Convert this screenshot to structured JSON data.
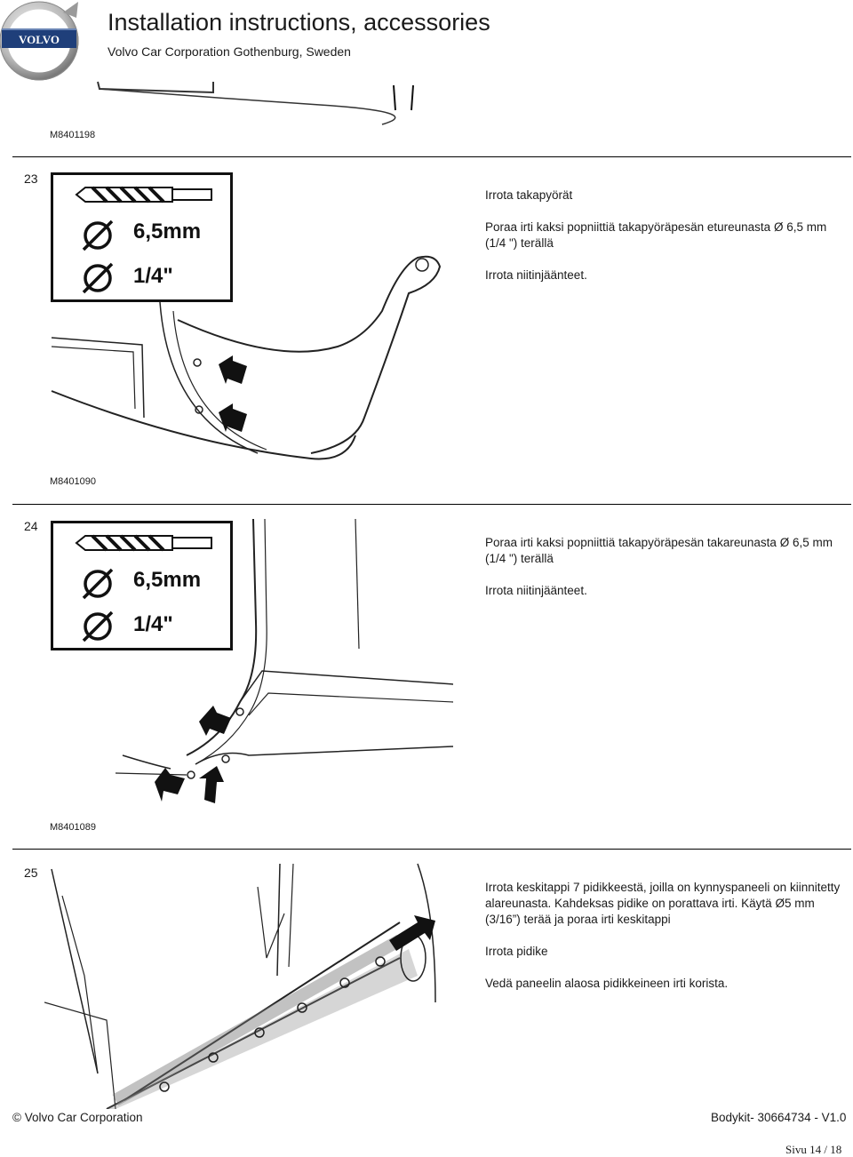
{
  "header": {
    "brand": "VOLVO",
    "title": "Installation instructions, accessories",
    "subtitle": "Volvo Car Corporation Gothenburg, Sweden"
  },
  "figures": {
    "top": "M8401198",
    "step23": "M8401090",
    "step24": "M8401089"
  },
  "steps": [
    {
      "number": "23",
      "drill_mm": "6,5mm",
      "drill_in": "1/4\"",
      "lines": [
        "Irrota takapyörät",
        "Poraa irti kaksi popniittiä takapyöräpesän etureunasta Ø 6,5 mm (1/4 \") terällä",
        "Irrota niitinjäänteet."
      ]
    },
    {
      "number": "24",
      "drill_mm": "6,5mm",
      "drill_in": "1/4\"",
      "lines": [
        "Poraa irti kaksi popniittiä takapyöräpesän takareunasta Ø 6,5 mm (1/4 \") terällä",
        "Irrota niitinjäänteet."
      ]
    },
    {
      "number": "25",
      "lines": [
        "Irrota keskitappi 7 pidikkeestä, joilla on kynnyspaneeli on kiinnitetty alareunasta. Kahdeksas pidike on porattava irti. Käytä Ø5 mm (3/16”) terää ja poraa irti keskitappi",
        "Irrota pidike",
        "Vedä paneelin alaosa pidikkeineen irti korista."
      ]
    }
  ],
  "footer": {
    "left": "© Volvo Car Corporation",
    "right": "Bodykit- 30664734 - V1.0",
    "page": "Sivu 14 / 18"
  }
}
